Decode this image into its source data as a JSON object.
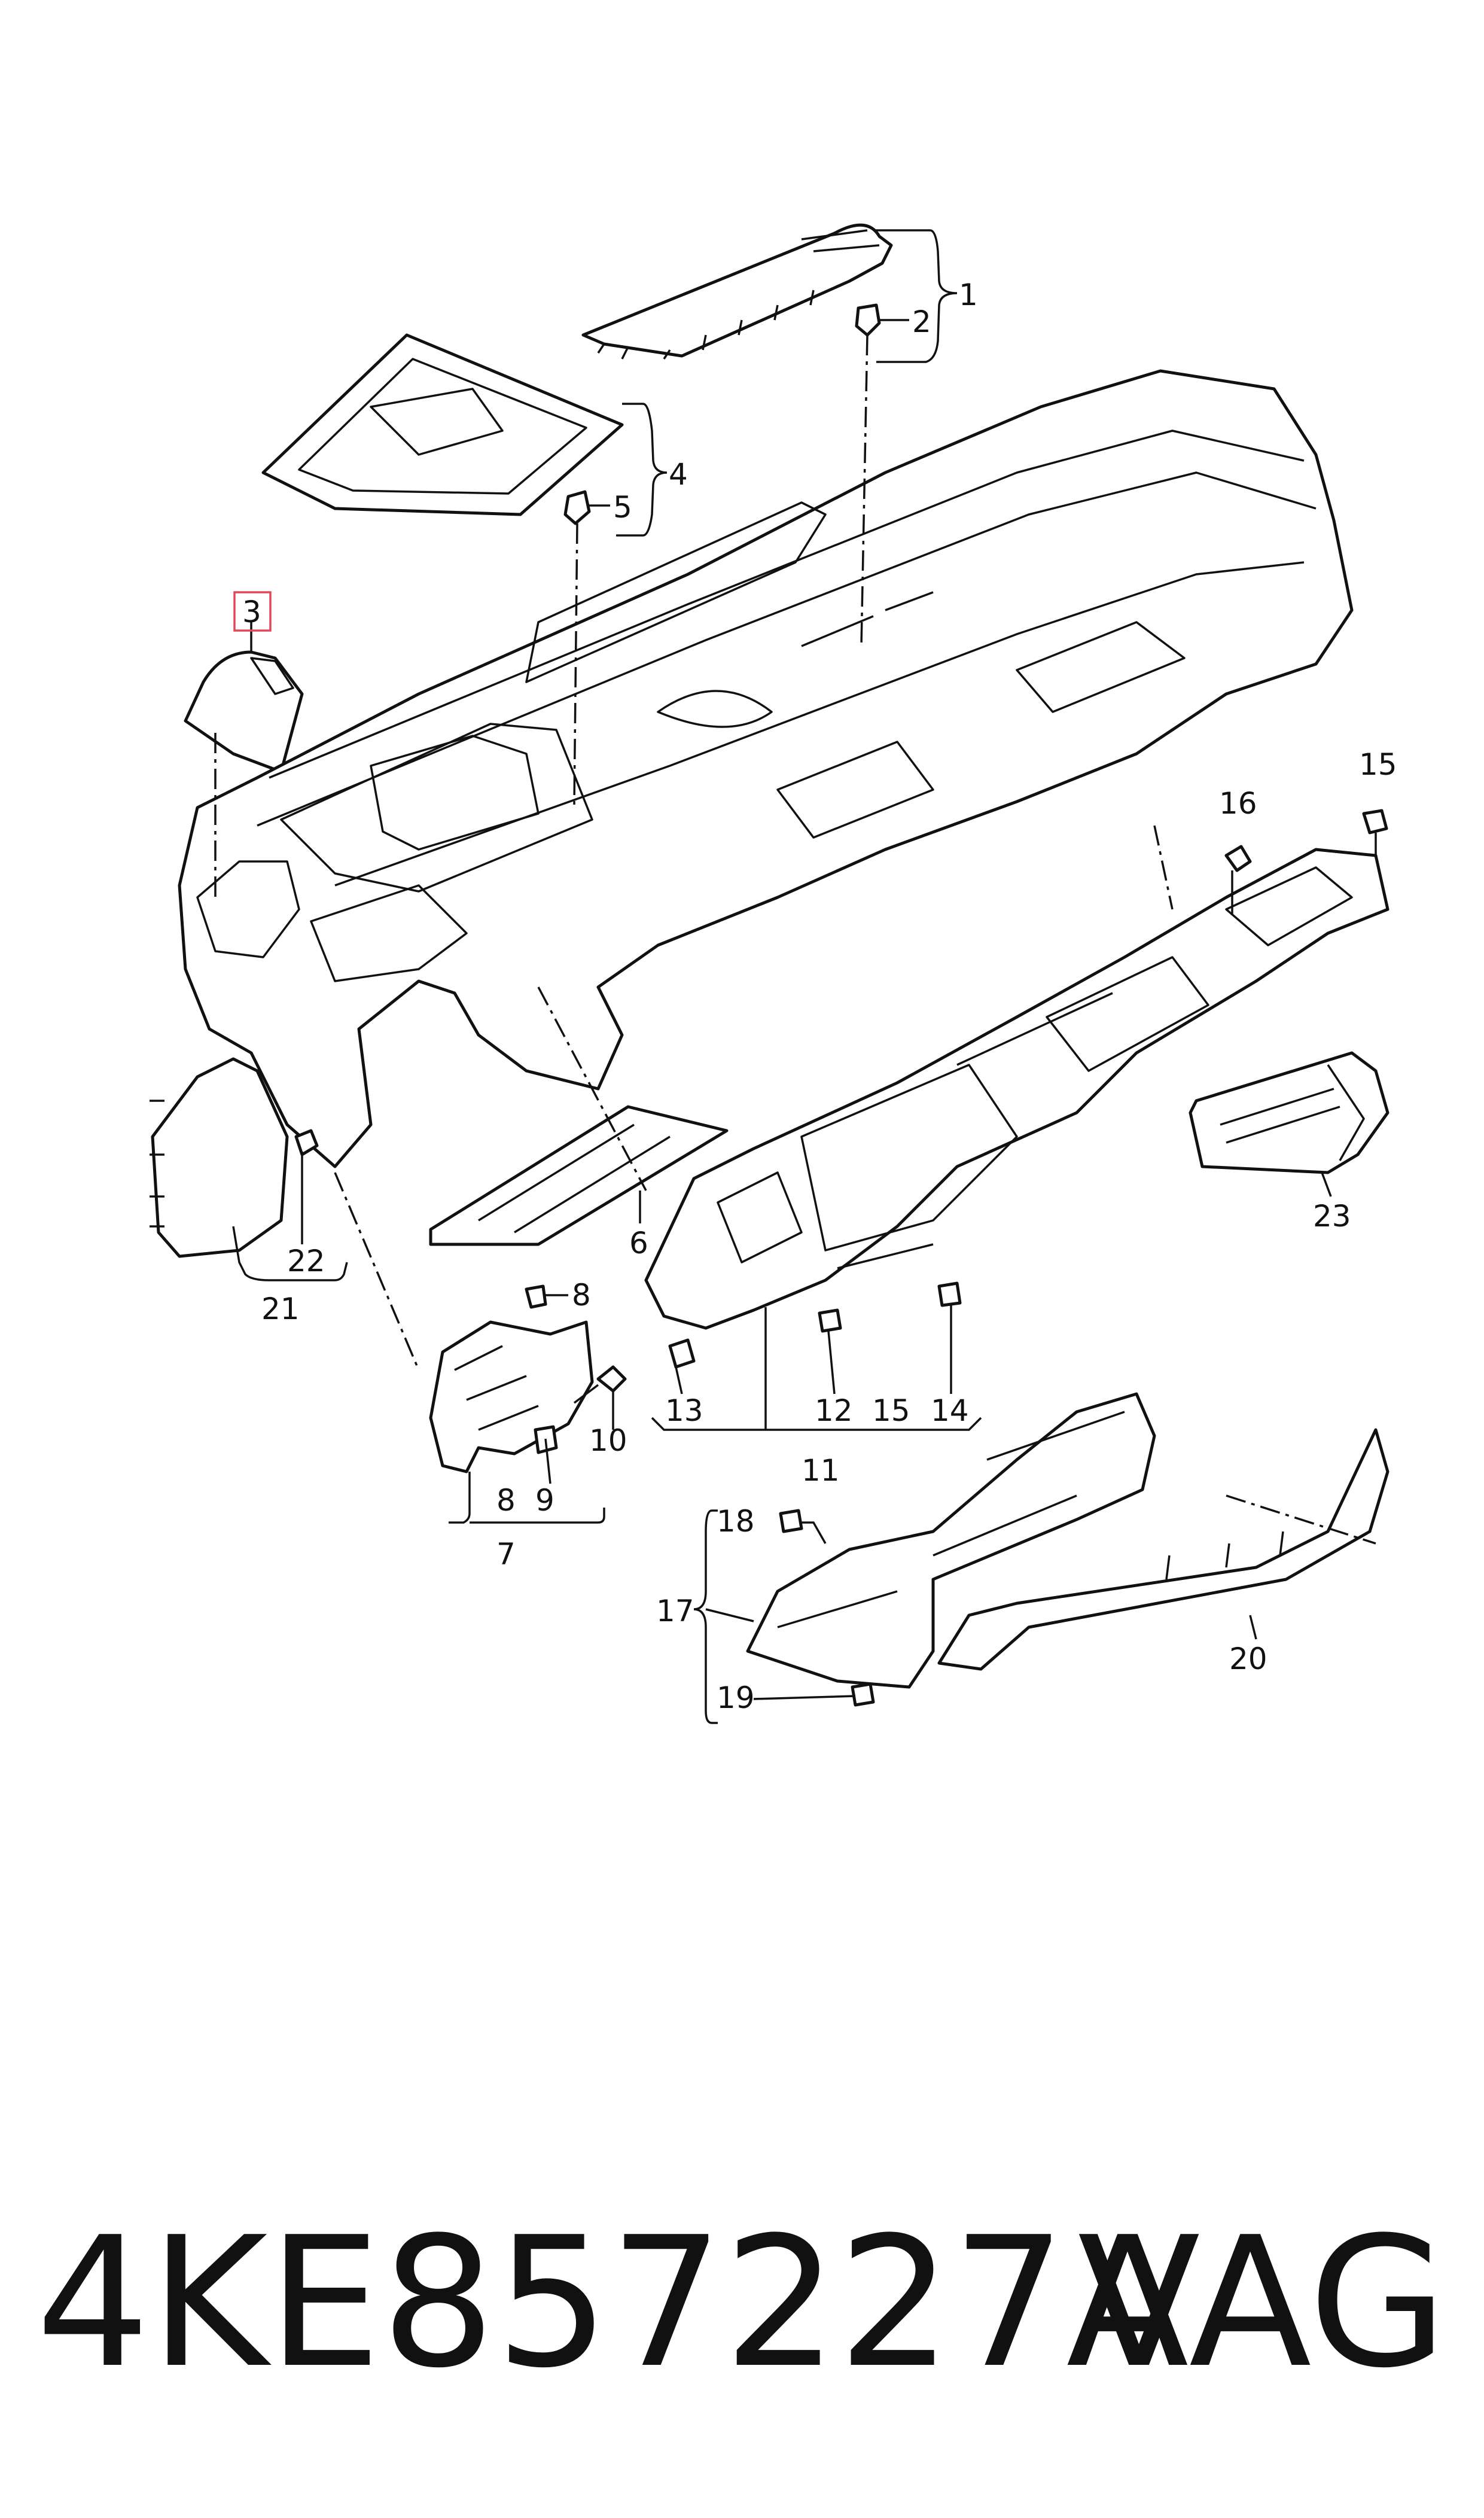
{
  "callouts": [
    {
      "id": "1",
      "label": "1"
    },
    {
      "id": "2",
      "label": "2"
    },
    {
      "id": "3",
      "label": "3"
    },
    {
      "id": "4",
      "label": "4"
    },
    {
      "id": "5",
      "label": "5"
    },
    {
      "id": "6",
      "label": "6"
    },
    {
      "id": "7",
      "label": "7"
    },
    {
      "id": "8a",
      "label": "8"
    },
    {
      "id": "8b",
      "label": "8"
    },
    {
      "id": "9",
      "label": "9"
    },
    {
      "id": "10",
      "label": "10"
    },
    {
      "id": "11",
      "label": "11"
    },
    {
      "id": "12",
      "label": "12"
    },
    {
      "id": "13",
      "label": "13"
    },
    {
      "id": "14",
      "label": "14"
    },
    {
      "id": "15a",
      "label": "15"
    },
    {
      "id": "15b",
      "label": "15"
    },
    {
      "id": "16",
      "label": "16"
    },
    {
      "id": "17",
      "label": "17"
    },
    {
      "id": "18",
      "label": "18"
    },
    {
      "id": "19",
      "label": "19"
    },
    {
      "id": "20",
      "label": "20"
    },
    {
      "id": "21",
      "label": "21"
    },
    {
      "id": "22",
      "label": "22"
    },
    {
      "id": "23",
      "label": "23"
    }
  ],
  "highlight": {
    "callout": "3",
    "color": "#e0485a"
  },
  "caption": {
    "part_number": "4KE857227A",
    "brand": "VAG"
  }
}
